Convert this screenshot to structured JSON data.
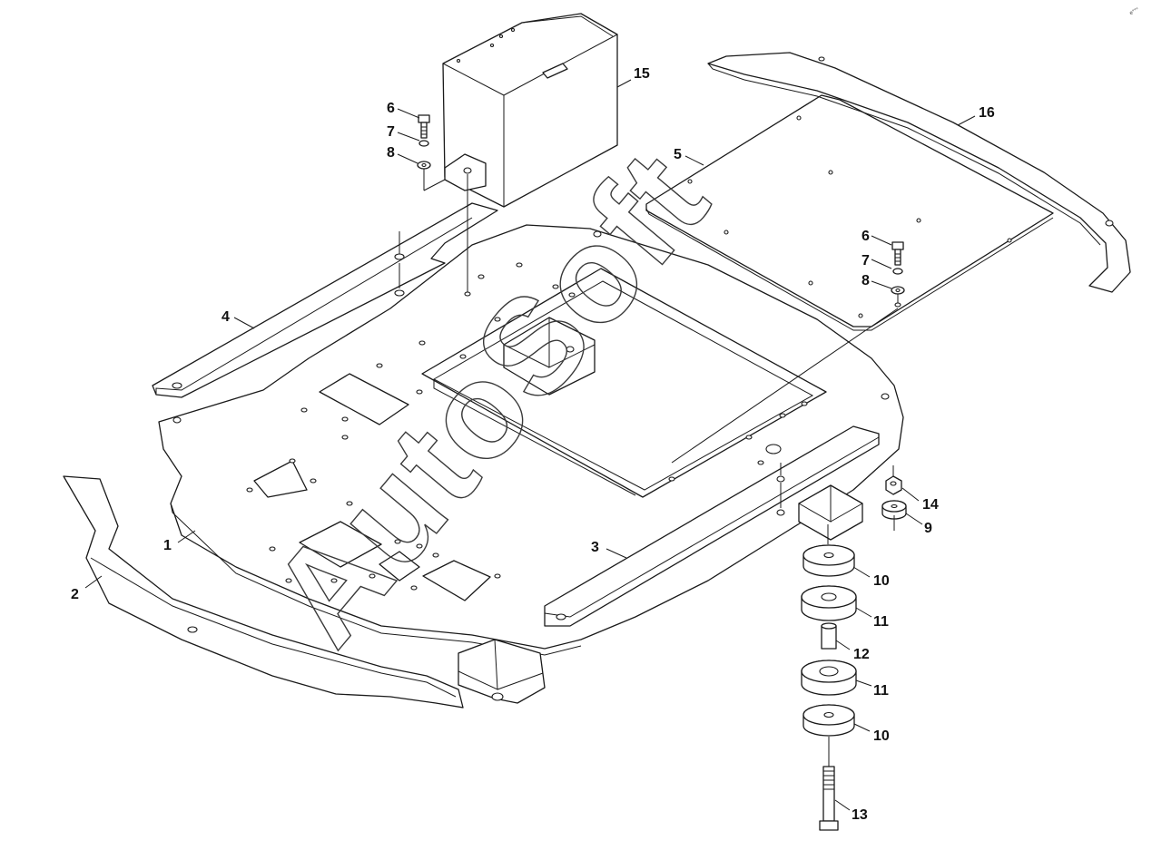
{
  "diagram": {
    "watermark": "AutoSoft",
    "corner_code": "e°°°",
    "callouts": [
      {
        "id": "c1",
        "label": "1"
      },
      {
        "id": "c2",
        "label": "2"
      },
      {
        "id": "c3",
        "label": "3"
      },
      {
        "id": "c4",
        "label": "4"
      },
      {
        "id": "c5",
        "label": "5"
      },
      {
        "id": "c6a",
        "label": "6"
      },
      {
        "id": "c7a",
        "label": "7"
      },
      {
        "id": "c8a",
        "label": "8"
      },
      {
        "id": "c6b",
        "label": "6"
      },
      {
        "id": "c7b",
        "label": "7"
      },
      {
        "id": "c8b",
        "label": "8"
      },
      {
        "id": "c9",
        "label": "9"
      },
      {
        "id": "c10a",
        "label": "10"
      },
      {
        "id": "c11a",
        "label": "11"
      },
      {
        "id": "c12",
        "label": "12"
      },
      {
        "id": "c11b",
        "label": "11"
      },
      {
        "id": "c10b",
        "label": "10"
      },
      {
        "id": "c13",
        "label": "13"
      },
      {
        "id": "c14",
        "label": "14"
      },
      {
        "id": "c15",
        "label": "15"
      },
      {
        "id": "c16",
        "label": "16"
      }
    ]
  }
}
